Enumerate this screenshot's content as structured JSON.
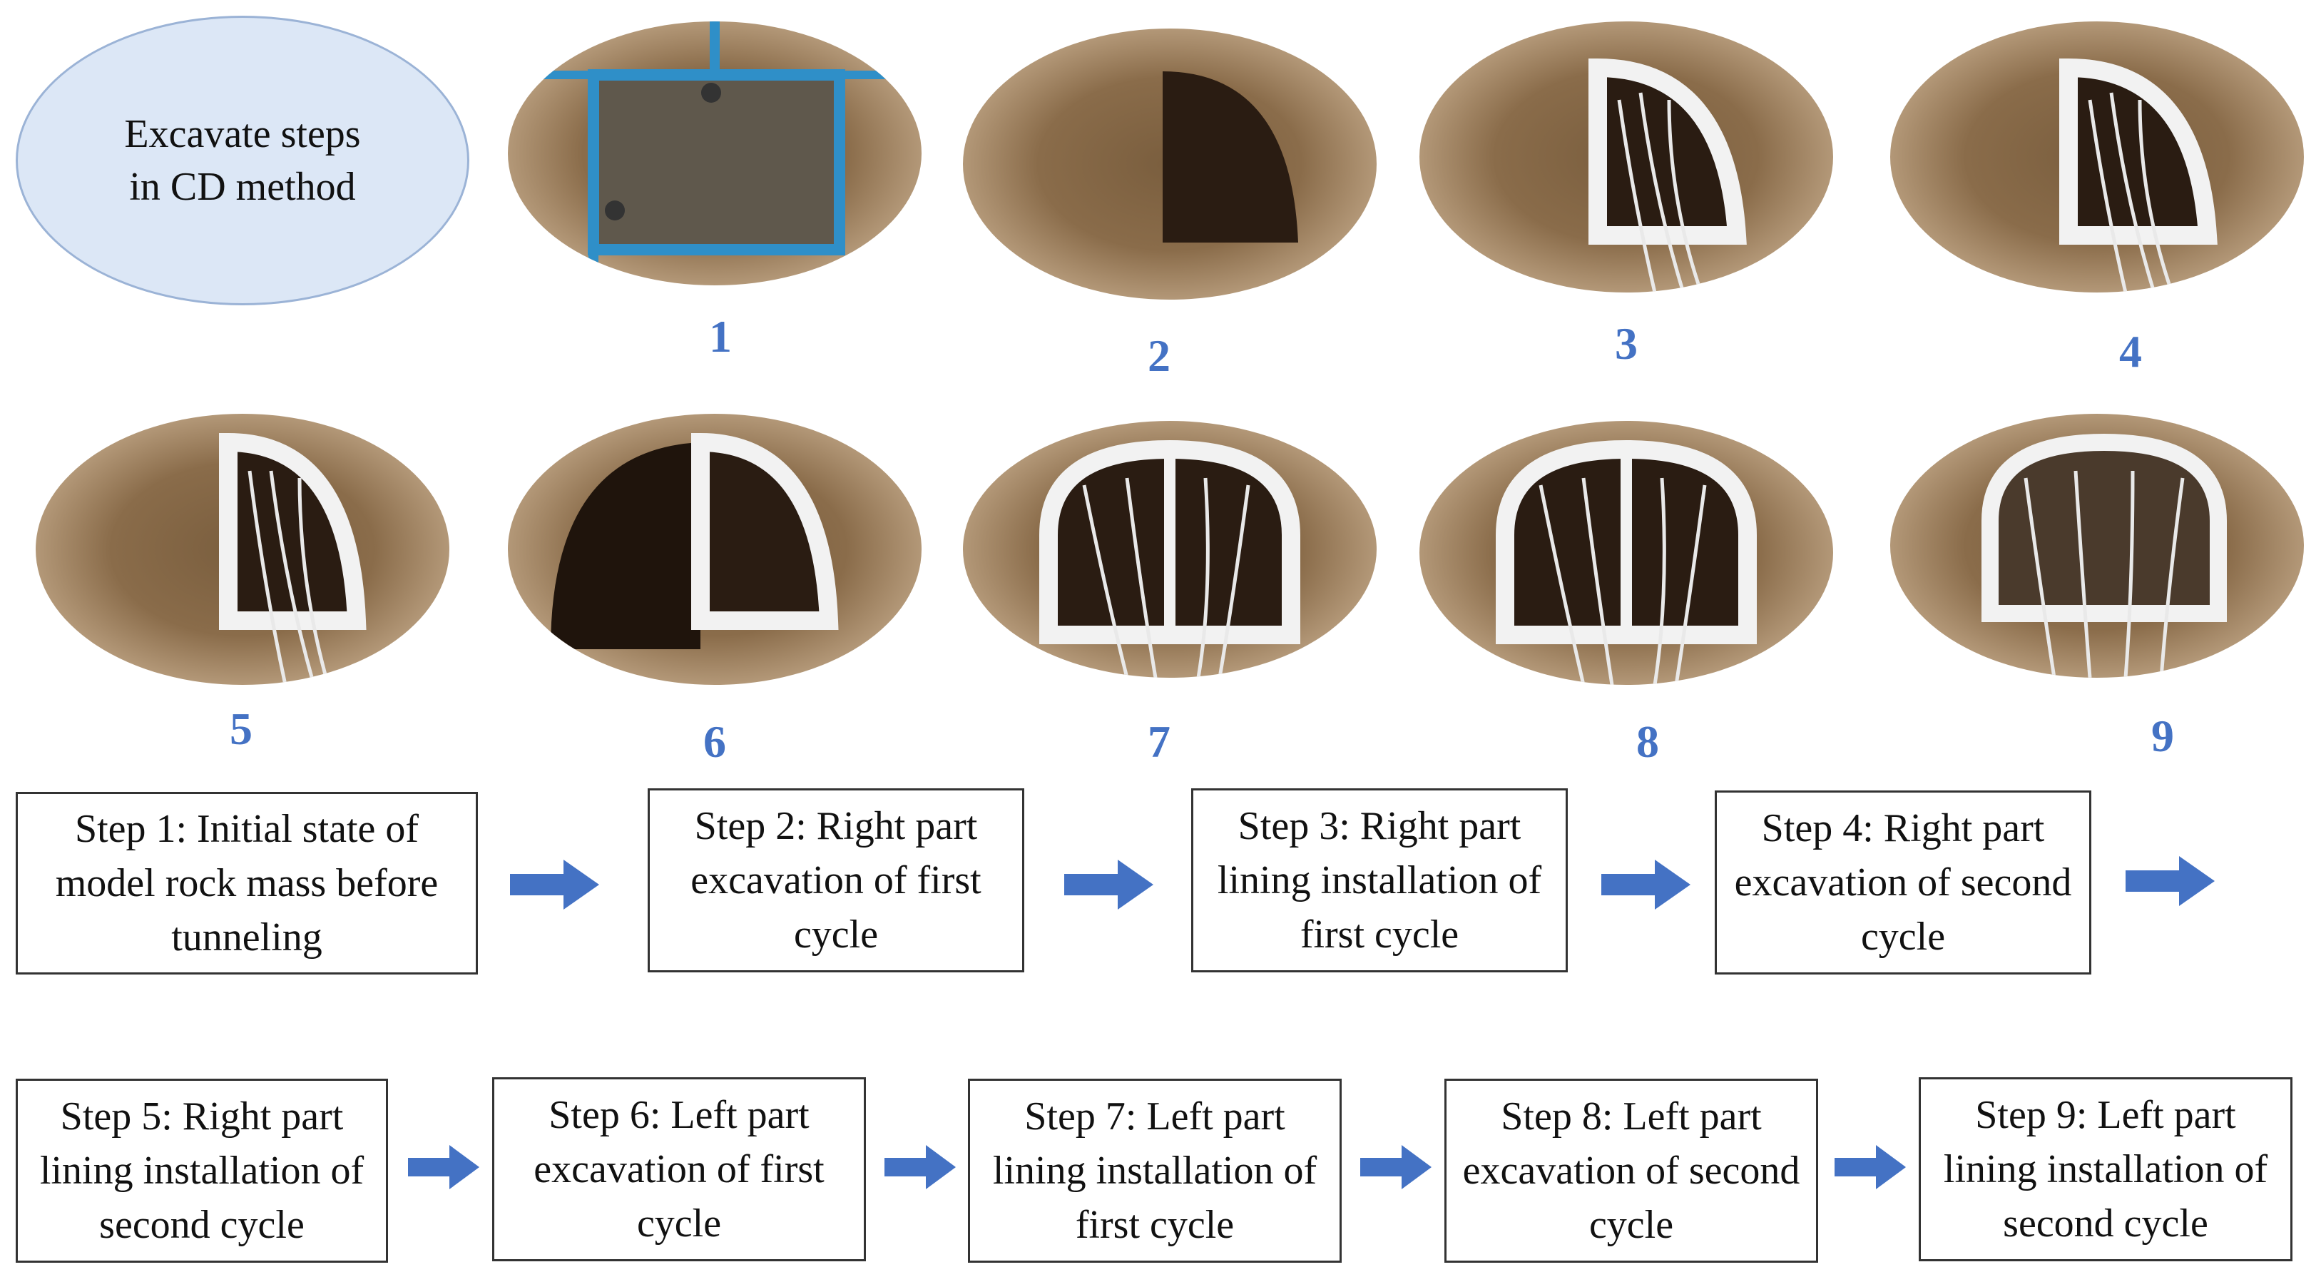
{
  "title": "Excavate steps\nin CD method",
  "colors": {
    "accent": "#4472c4",
    "ellipse_fill": "#dce7f6",
    "soil": "#7a5e3e",
    "lining": "#f2f2f2"
  },
  "photos": [
    {
      "number": "1",
      "state": "frame"
    },
    {
      "number": "2",
      "state": "right-excavated"
    },
    {
      "number": "3",
      "state": "right-lined"
    },
    {
      "number": "4",
      "state": "right-lined"
    },
    {
      "number": "5",
      "state": "right-lined"
    },
    {
      "number": "6",
      "state": "left-excavated"
    },
    {
      "number": "7",
      "state": "full-lined"
    },
    {
      "number": "8",
      "state": "full-lined"
    },
    {
      "number": "9",
      "state": "full-lined-open"
    }
  ],
  "steps": [
    "Step 1: Initial state of model rock mass before tunneling",
    "Step 2: Right part excavation of first cycle",
    "Step 3: Right part lining installation of first cycle",
    "Step 4: Right part excavation of second cycle",
    "Step 5: Right part lining installation of second cycle",
    "Step 6: Left part excavation of first cycle",
    "Step 7: Left part lining installation of first cycle",
    "Step 8: Left part excavation of second cycle",
    "Step 9: Left part lining installation of second cycle"
  ]
}
